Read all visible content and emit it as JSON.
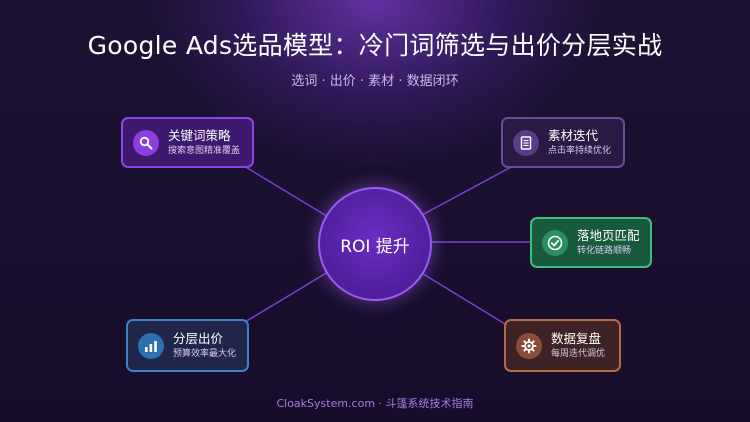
{
  "title": "Google Ads选品模型：冷门词筛选与出价分层实战",
  "subtitle": "选词 · 出价 · 素材 · 数据闭环",
  "hub": {
    "label": "ROI 提升"
  },
  "nodes": {
    "keyword": {
      "title": "关键词策略",
      "desc": "搜索意图精准覆盖",
      "icon": "magnifier-icon"
    },
    "creative": {
      "title": "素材迭代",
      "desc": "点击率持续优化",
      "icon": "document-icon"
    },
    "landing": {
      "title": "落地页匹配",
      "desc": "转化链路顺畅",
      "icon": "check-circle-icon"
    },
    "bidding": {
      "title": "分层出价",
      "desc": "预算效率最大化",
      "icon": "bar-chart-icon"
    },
    "data": {
      "title": "数据复盘",
      "desc": "每周迭代调优",
      "icon": "gear-icon"
    }
  },
  "footer": "CloakSystem.com · 斗篷系统技术指南",
  "colors": {
    "accent_purple": "#8f45e6",
    "green": "#3fbf7f",
    "blue": "#3b82c8",
    "brown": "#b86a4a",
    "background": "#1a0f2e"
  }
}
